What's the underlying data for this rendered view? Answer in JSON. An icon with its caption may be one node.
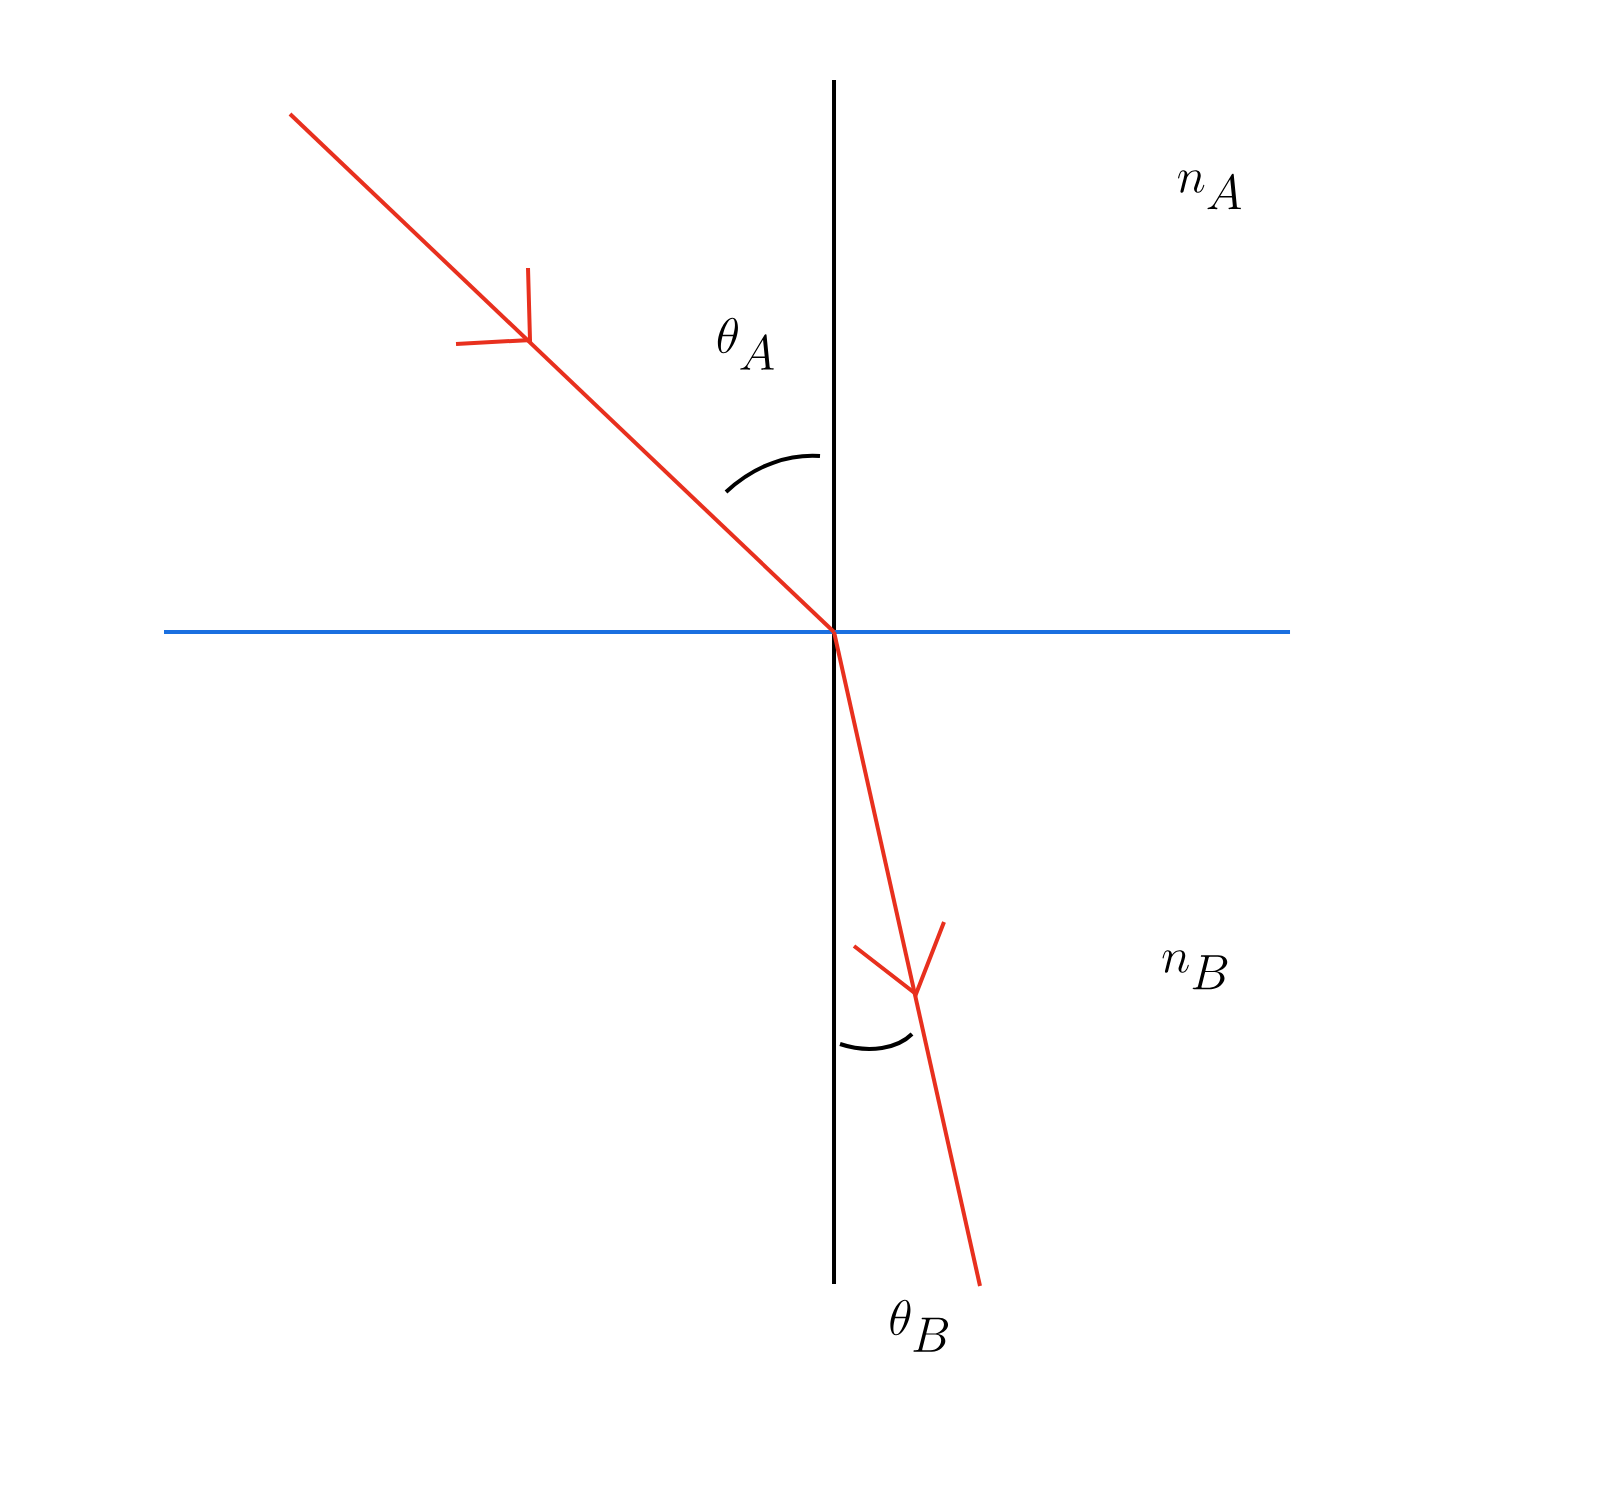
{
  "diagram": {
    "labels": [
      "n_A",
      "\\theta_A",
      "n_B",
      "\\theta_B"
    ]
  }
}
